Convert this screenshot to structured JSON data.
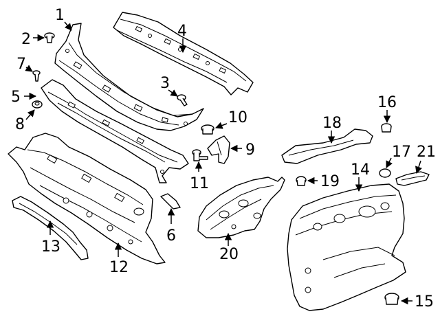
{
  "diagram": {
    "callouts": [
      {
        "id": "c1",
        "label": "1"
      },
      {
        "id": "c2",
        "label": "2"
      },
      {
        "id": "c3",
        "label": "3"
      },
      {
        "id": "c4",
        "label": "4"
      },
      {
        "id": "c5",
        "label": "5"
      },
      {
        "id": "c6",
        "label": "6"
      },
      {
        "id": "c7",
        "label": "7"
      },
      {
        "id": "c8",
        "label": "8"
      },
      {
        "id": "c9",
        "label": "9"
      },
      {
        "id": "c10",
        "label": "10"
      },
      {
        "id": "c11",
        "label": "11"
      },
      {
        "id": "c12",
        "label": "12"
      },
      {
        "id": "c13",
        "label": "13"
      },
      {
        "id": "c14",
        "label": "14"
      },
      {
        "id": "c15",
        "label": "15"
      },
      {
        "id": "c16",
        "label": "16"
      },
      {
        "id": "c17",
        "label": "17"
      },
      {
        "id": "c18",
        "label": "18"
      },
      {
        "id": "c19",
        "label": "19"
      },
      {
        "id": "c20",
        "label": "20"
      },
      {
        "id": "c21",
        "label": "21"
      }
    ]
  }
}
